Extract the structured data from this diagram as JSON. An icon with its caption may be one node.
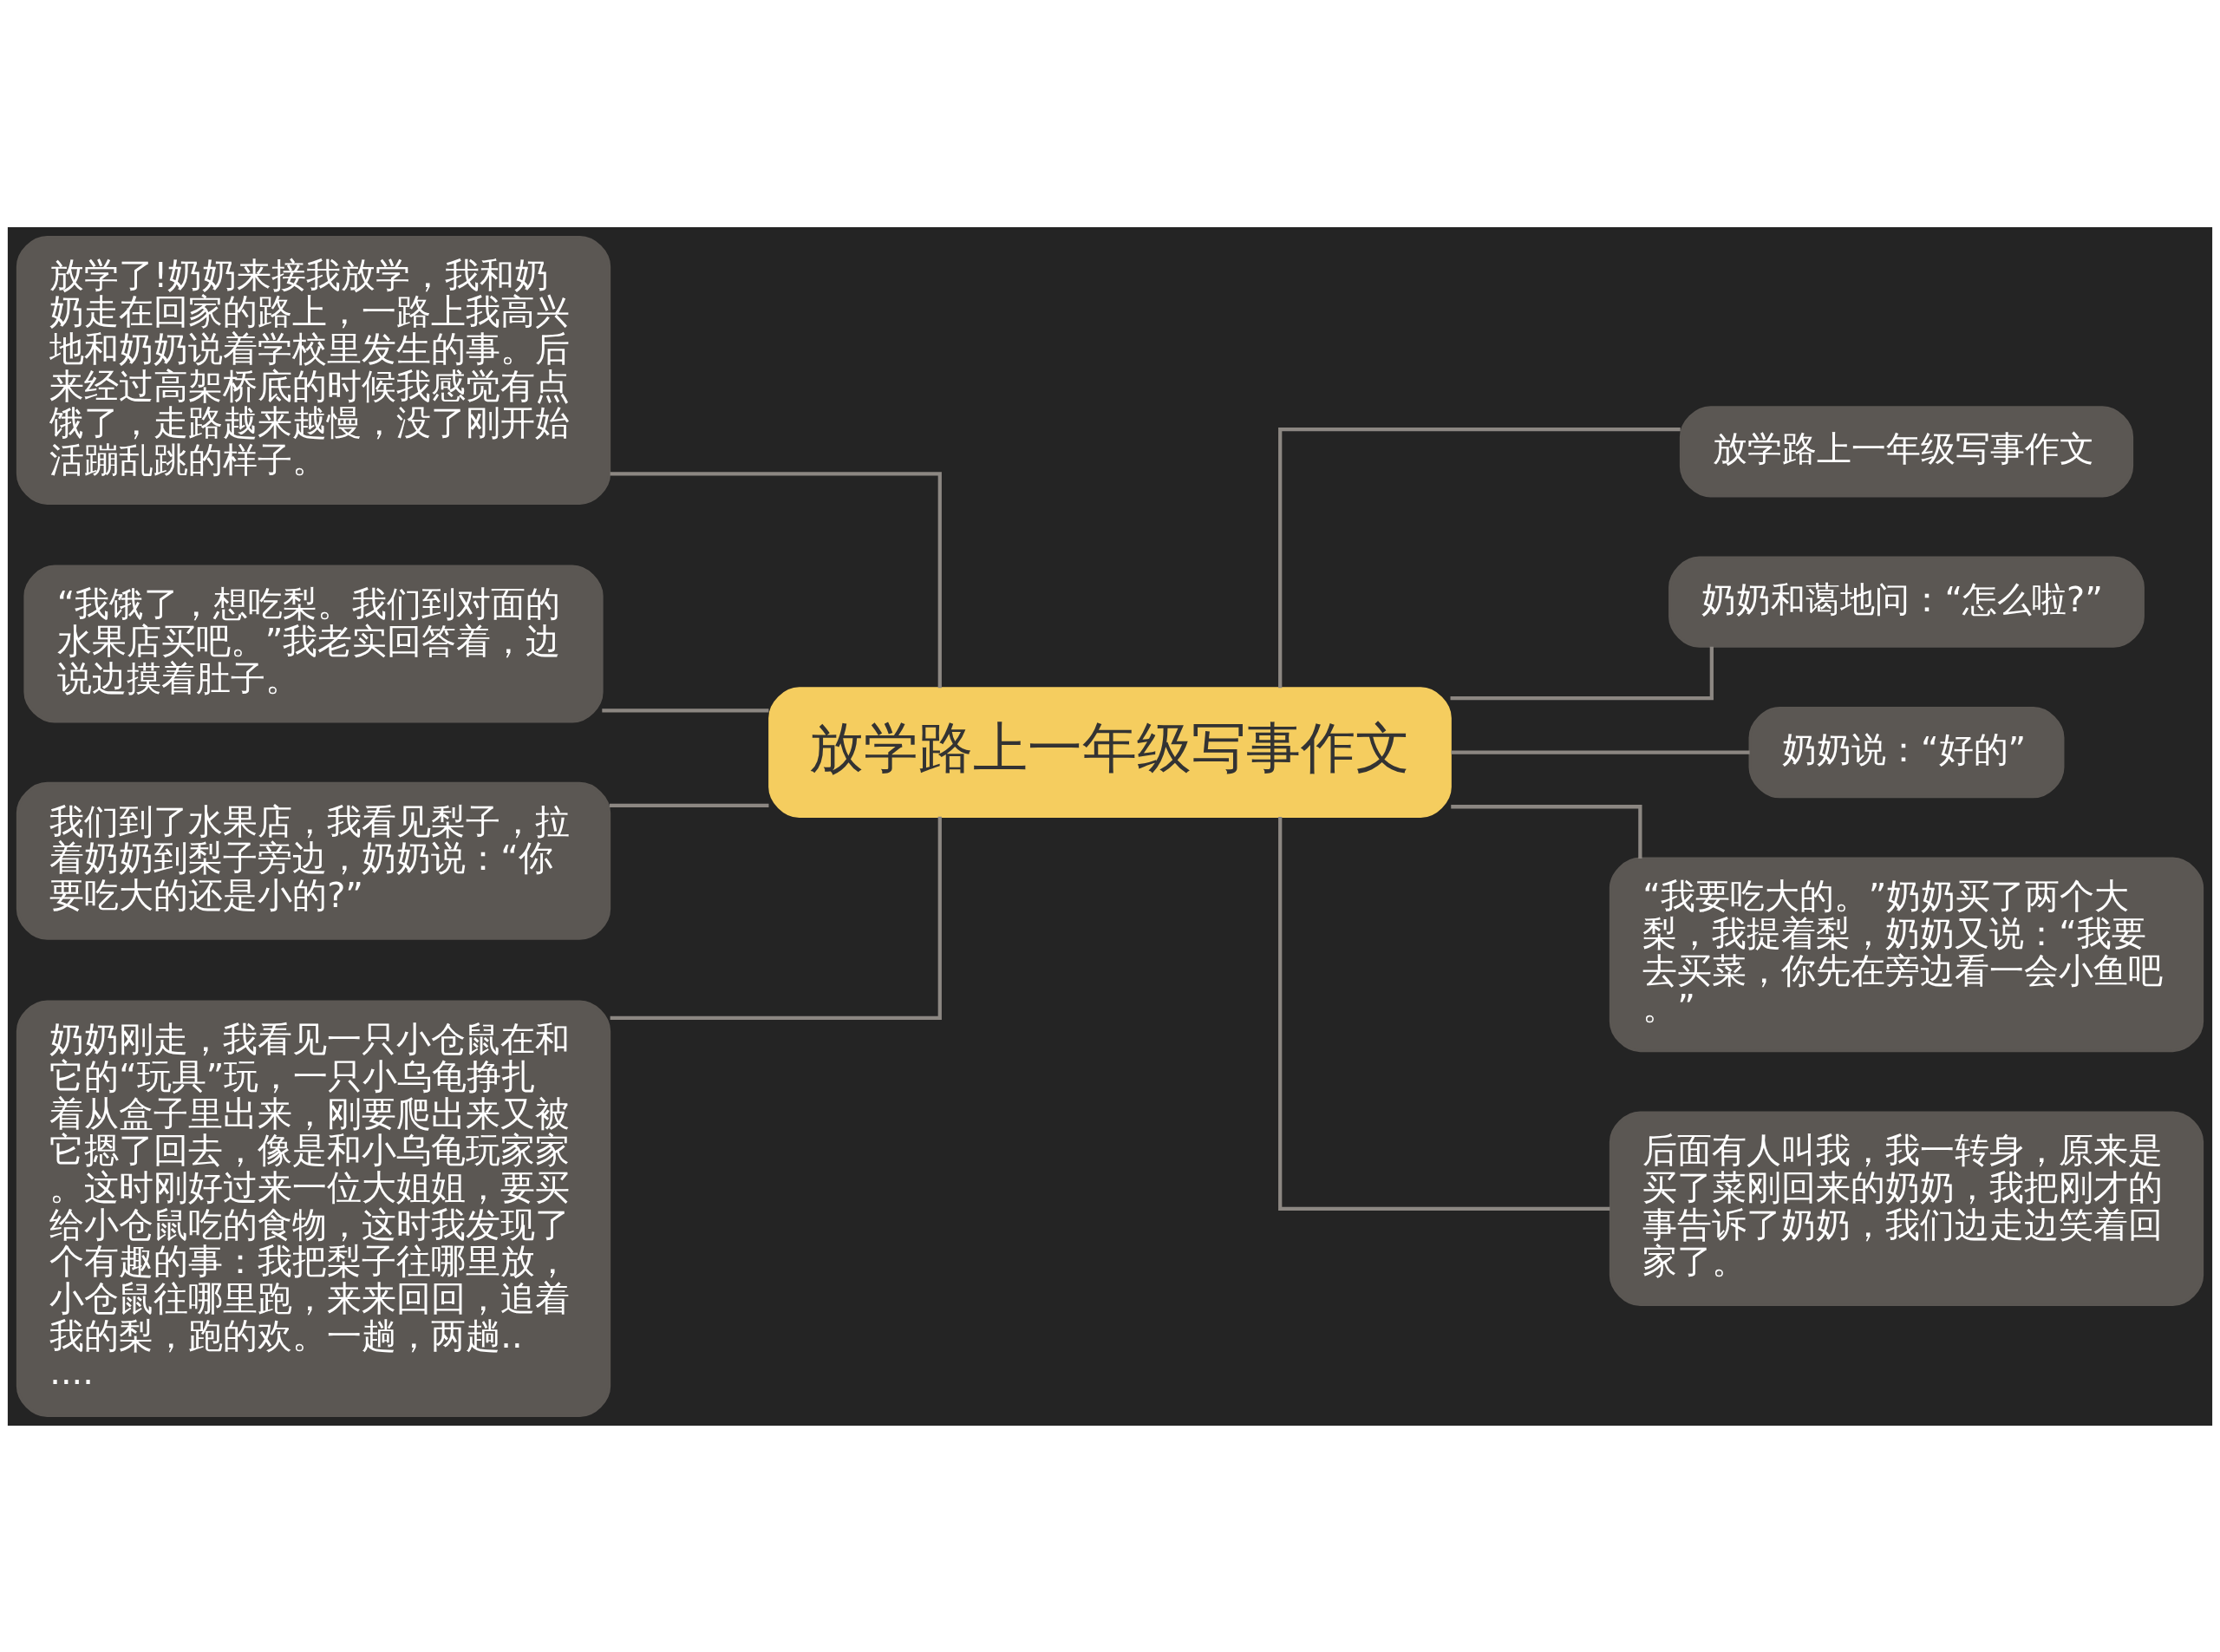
{
  "diagram": {
    "nodes": [
      {
        "text": [
          "放学路上一年级写事作文"
        ]
      },
      {
        "text": [
          "放学了!奶奶来接我放学，我和奶奶走在回家的路上，一路上我高兴地和奶奶说着学校里发生的事。后来经过高架桥底的时候我感觉有点饿了，走路越来越慢，没了刚开始活蹦乱跳的样子。"
        ]
      },
      {
        "text": [
          "“我饿了，想吃梨。我们到对面的水果店买吧。”我老实回答着，边说边摸着肚子。"
        ]
      },
      {
        "text": [
          "我们到了水果店，我看见梨子，拉着奶奶到梨子旁边，奶奶说：“你要吃大的还是小的?”"
        ]
      },
      {
        "text": [
          "奶奶刚走，我看见一只小仓鼠在和它的“玩具”玩，一只小乌龟挣扎着从盒子里出来，刚要爬出来又被它摁了回去，像是和小乌龟玩家家。这时刚好过来一位大姐姐，要买给小仓鼠吃的食物，这时我发现了个有趣的事：我把梨子往哪里放，小仓鼠往哪里跑，来来回回，追着我的梨，跑的欢。一趟，两趟......"
        ]
      },
      {
        "text": [
          "放学路上一年级写事作文"
        ]
      },
      {
        "text": [
          "奶奶和蔼地问：“怎么啦?”"
        ]
      },
      {
        "text": [
          "奶奶说：“好的”"
        ]
      },
      {
        "text": [
          "“我要吃大的。”奶奶买了两个大梨，我提着梨，奶奶又说：“我要去买菜，你先在旁边看一会小鱼吧。”"
        ]
      },
      {
        "text": [
          "后面有人叫我，我一转身，原来是买了菜刚回来的奶奶，我把刚才的事告诉了奶奶，我们边走边笑着回家了。"
        ]
      }
    ],
    "edges": [
      {
        "from": 0,
        "to": 1,
        "arrow": "none"
      },
      {
        "from": 0,
        "to": 2,
        "arrow": "none"
      },
      {
        "from": 0,
        "to": 3,
        "arrow": "none"
      },
      {
        "from": 0,
        "to": 4,
        "arrow": "none"
      },
      {
        "from": 0,
        "to": 5,
        "arrow": "none"
      },
      {
        "from": 0,
        "to": 6,
        "arrow": "none"
      },
      {
        "from": 0,
        "to": 7,
        "arrow": "none"
      },
      {
        "from": 0,
        "to": 8,
        "arrow": "none"
      },
      {
        "from": 0,
        "to": 9,
        "arrow": "none"
      }
    ]
  }
}
